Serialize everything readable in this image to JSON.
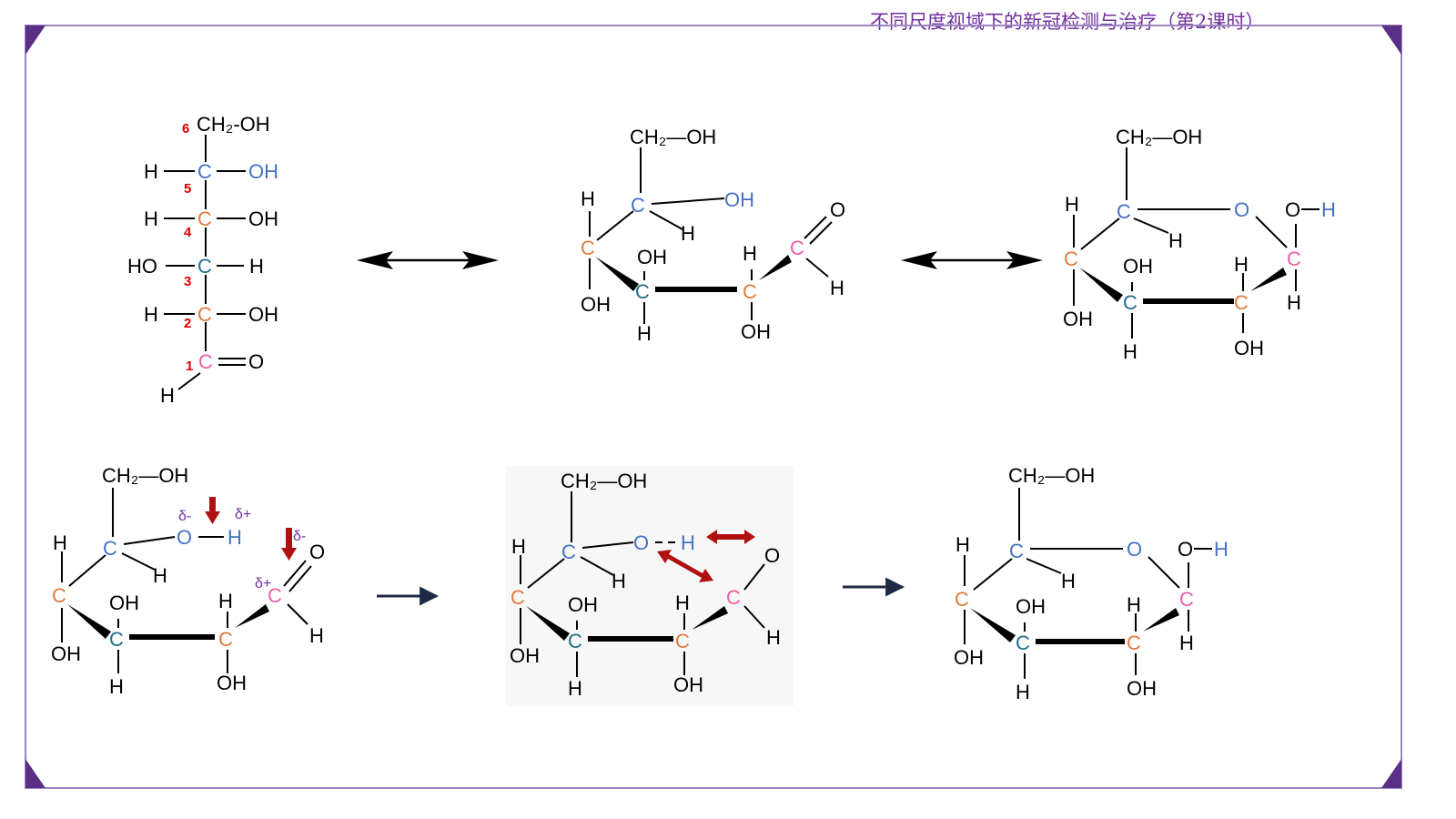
{
  "header": {
    "title": "不同尺度视域下的新冠检测与治疗（第2课时）"
  },
  "colors": {
    "frame": "#9d85bf",
    "corner": "#5b2f86",
    "title": "#7030a0",
    "carbon_c5": "#4472c4",
    "carbon_c4": "#e07a3e",
    "carbon_c3": "#1f6f8b",
    "carbon_c1": "#e95fa6",
    "hydroxyl_blue": "#4472c4",
    "number_red": "#e00000",
    "delta_purple": "#7030a0",
    "arrow_red": "#b01010",
    "arrow_dark": "#1f2a44"
  },
  "chain": {
    "c6_group": "CH₂-OH",
    "numbers": [
      "6",
      "5",
      "4",
      "3",
      "2",
      "1"
    ],
    "carbon": "C",
    "h": "H",
    "oh": "OH",
    "ho": "HO",
    "o": "O"
  },
  "ring": {
    "ch2oh": "CH₂—OH",
    "carbon": "C",
    "h": "H",
    "oh": "OH",
    "o": "O",
    "o_h": "O—H",
    "ring_o": "O",
    "delta": "δ",
    "delta_minus": "δ-",
    "delta_plus": "δ+"
  },
  "icons": {
    "equilibrium": "double-headed-arrow",
    "reaction": "right-arrow",
    "electron_shift": "red-down-arrow",
    "proton_transfer": "red-double-arrow"
  }
}
